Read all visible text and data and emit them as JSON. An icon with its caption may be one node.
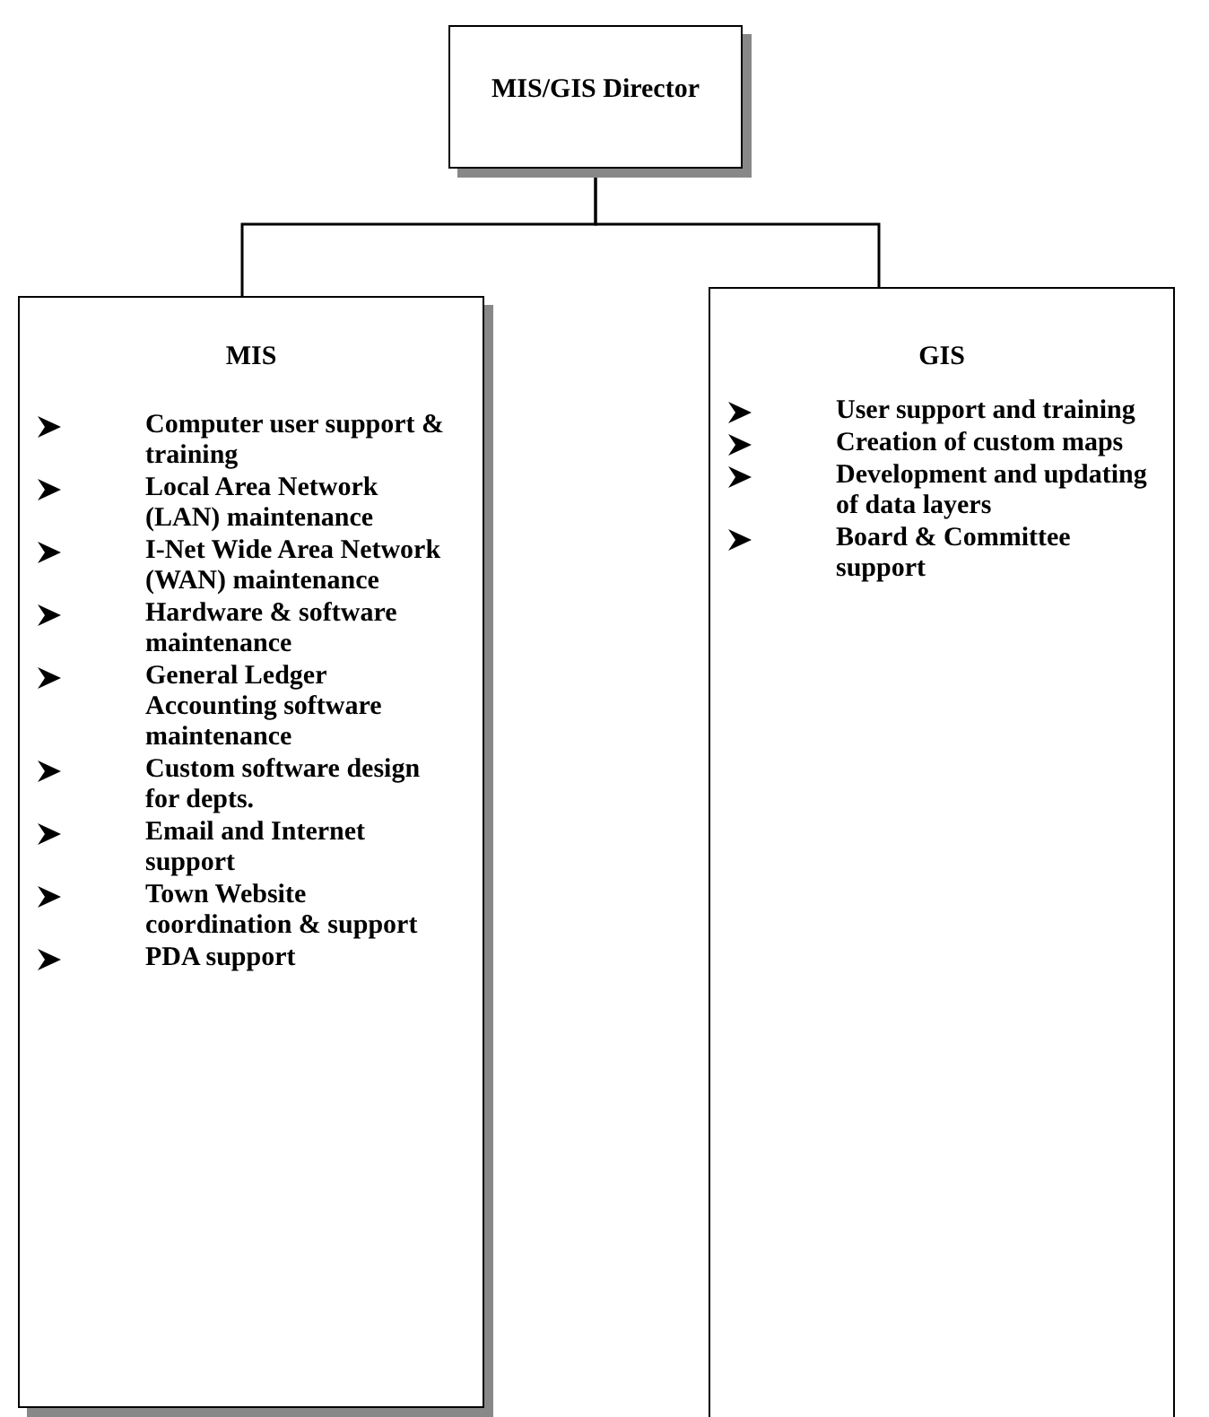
{
  "diagram": {
    "nodes": [
      {
        "text": [
          "MIS/GIS Director"
        ]
      },
      {
        "text": [
          "MIS",
          "Computer user support & training",
          "Local Area Network (LAN) maintenance",
          "I-Net Wide Area Network  (WAN) maintenance",
          "Hardware & software maintenance",
          "General Ledger Accounting software maintenance",
          "Custom software design for depts.",
          "Email and Internet support",
          "Town Website coordination & support",
          "PDA support"
        ]
      },
      {
        "text": [
          "GIS",
          "User support and training",
          "Creation of custom maps",
          "Development and updating  of data layers",
          "Board & Committee support"
        ]
      }
    ],
    "edges": [
      {
        "from": 0,
        "to": 1,
        "arrow": "none"
      },
      {
        "from": 0,
        "to": 2,
        "arrow": "none"
      }
    ]
  }
}
